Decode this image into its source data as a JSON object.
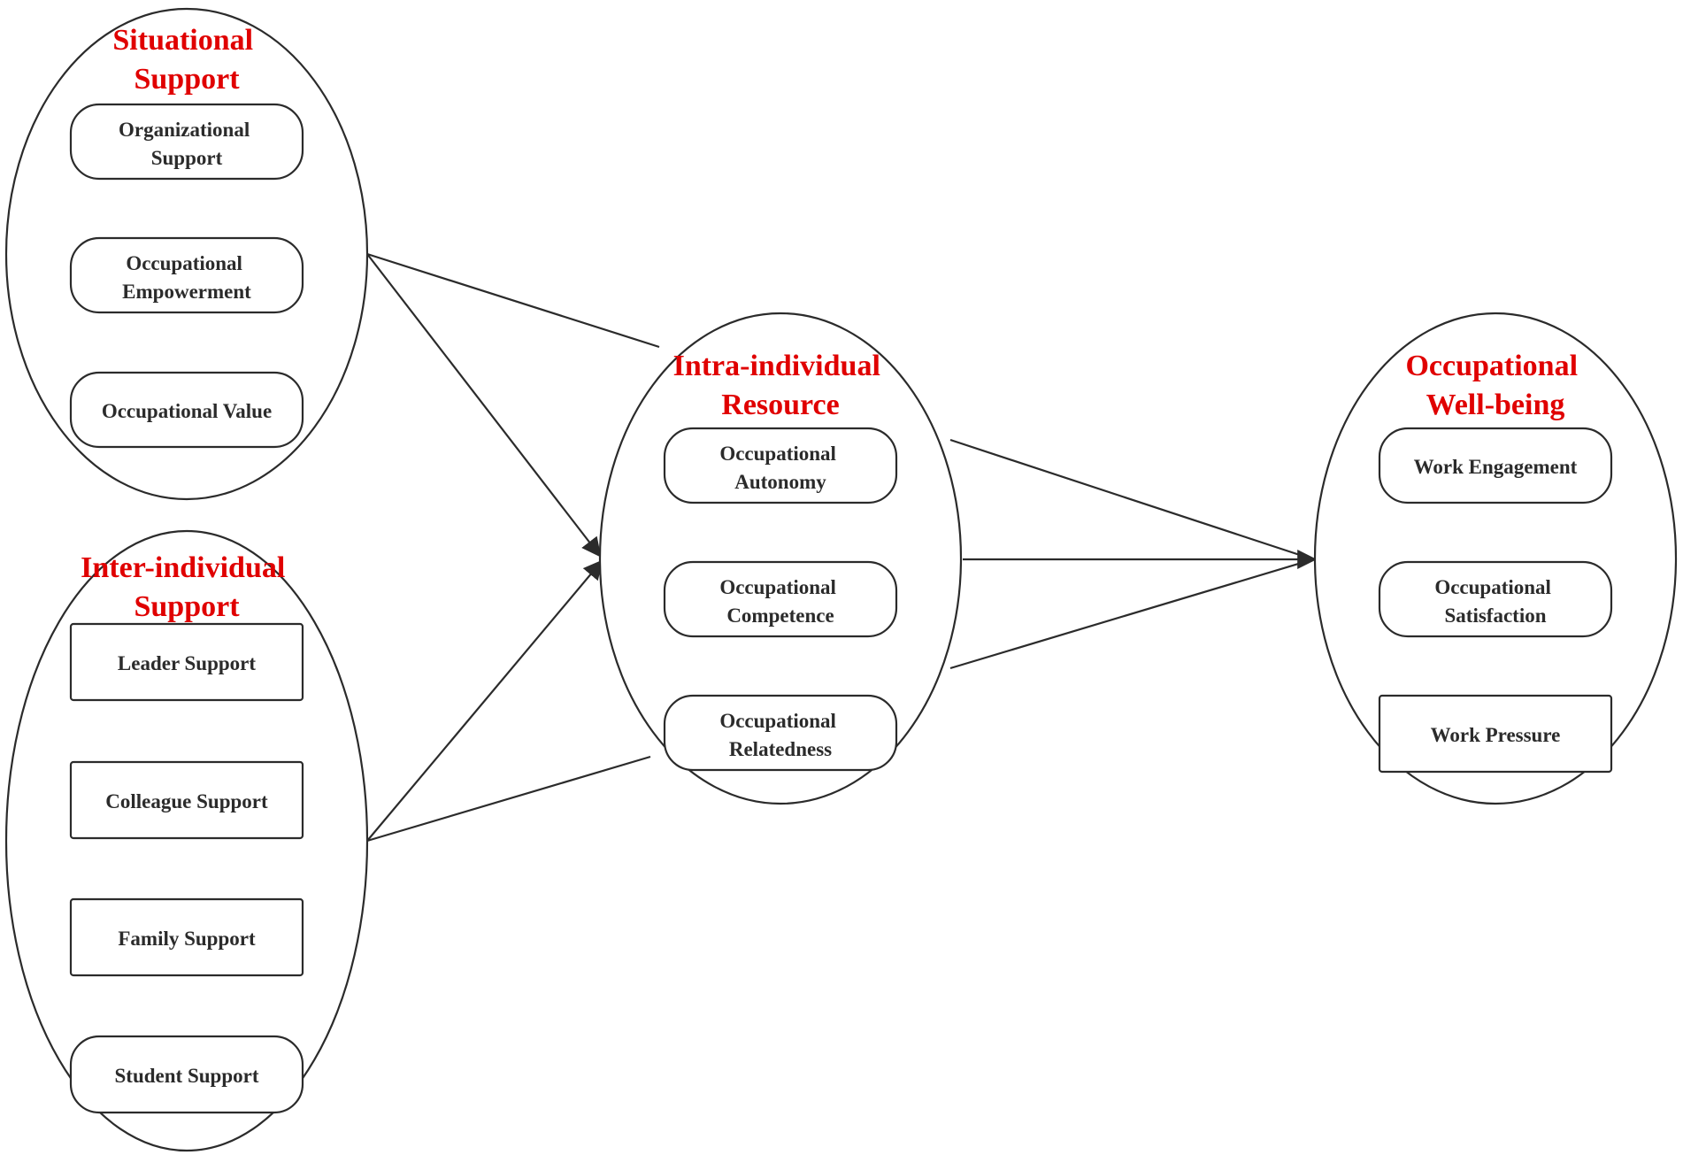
{
  "groups": {
    "situational": {
      "title_lines": [
        "Situational",
        "Support"
      ]
    },
    "inter": {
      "title_lines": [
        "Inter-individual",
        "Support"
      ]
    },
    "intra": {
      "title_lines": [
        "Intra-individual",
        "Resource"
      ]
    },
    "wellbeing": {
      "title_lines": [
        "Occupational",
        "Well-being"
      ]
    }
  },
  "nodes": {
    "org_support": {
      "lines": [
        "Organizational",
        "Support"
      ],
      "shape": "rounded"
    },
    "occ_empowerment": {
      "lines": [
        "Occupational",
        "Empowerment"
      ],
      "shape": "rounded"
    },
    "occ_value": {
      "lines": [
        "Occupational Value"
      ],
      "shape": "rounded"
    },
    "leader_support": {
      "lines": [
        "Leader Support"
      ],
      "shape": "rect"
    },
    "colleague_support": {
      "lines": [
        "Colleague Support"
      ],
      "shape": "rect"
    },
    "family_support": {
      "lines": [
        "Family Support"
      ],
      "shape": "rect"
    },
    "student_support": {
      "lines": [
        "Student Support"
      ],
      "shape": "rounded"
    },
    "occ_autonomy": {
      "lines": [
        "Occupational",
        "Autonomy"
      ],
      "shape": "rounded"
    },
    "occ_competence": {
      "lines": [
        "Occupational",
        "Competence"
      ],
      "shape": "rounded"
    },
    "occ_relatedness": {
      "lines": [
        "Occupational",
        "Relatedness"
      ],
      "shape": "rounded"
    },
    "work_engagement": {
      "lines": [
        "Work Engagement"
      ],
      "shape": "rounded"
    },
    "occ_satisfaction": {
      "lines": [
        "Occupational",
        "Satisfaction"
      ],
      "shape": "rounded"
    },
    "work_pressure": {
      "lines": [
        "Work Pressure"
      ],
      "shape": "rect"
    }
  },
  "edges": [
    {
      "from": "Situational Support",
      "to": "Intra-individual Resource",
      "arrow": true
    },
    {
      "from": "Inter-individual Support",
      "to": "Intra-individual Resource",
      "arrow": true
    },
    {
      "from": "Intra-individual Resource",
      "to": "Occupational Well-being",
      "arrow": true
    }
  ],
  "colors": {
    "title": "#e00000",
    "stroke": "#2b2b2b",
    "text": "#2b2b2b"
  }
}
